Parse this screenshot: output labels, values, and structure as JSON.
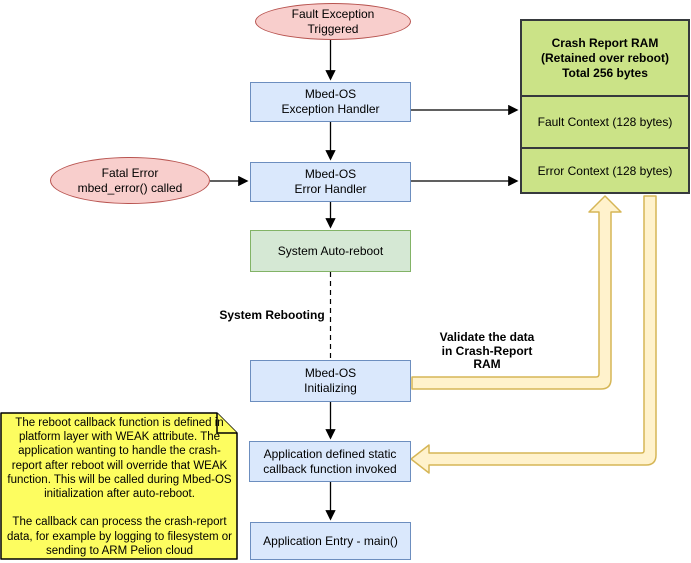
{
  "nodes": {
    "fault_exception": "Fault Exception\nTriggered",
    "fatal_error": "Fatal Error\nmbed_error() called",
    "exception_handler": "Mbed-OS\nException Handler",
    "error_handler": "Mbed-OS\nError Handler",
    "system_auto_reboot": "System Auto-reboot",
    "mbed_os_initializing": "Mbed-OS\nInitializing",
    "app_callback": "Application defined static\ncallback function invoked",
    "app_entry": "Application Entry - main()"
  },
  "crash_report_ram": {
    "title": "Crash Report RAM\n(Retained over reboot)\nTotal 256 bytes",
    "fault_context": "Fault Context (128 bytes)",
    "error_context": "Error Context (128 bytes)"
  },
  "annotations": {
    "system_rebooting": "System Rebooting",
    "validate": "Validate the data\nin Crash-Report\nRAM"
  },
  "note": {
    "text": "The reboot callback function is defined in platform layer with WEAK attribute. The application wanting to handle the crash-report after reboot will override that WEAK function. This will be called during Mbed-OS initialization after auto-reboot.\n\nThe callback can process the crash-report data, for example by logging to filesystem or sending to ARM Pelion cloud"
  },
  "colors": {
    "node_blue_fill": "#dae8fc",
    "node_blue_border": "#6c8ebf",
    "node_pink_fill": "#f8cecc",
    "node_pink_border": "#b85450",
    "node_green_fill": "#d5e8d4",
    "node_green_border": "#82b366",
    "ram_fill": "#cbe387",
    "ram_border": "#36393d",
    "pipe_fill": "#fff2cc",
    "pipe_border": "#d6b656",
    "note_fill": "#fdfd60",
    "arrow_color": "#000000"
  }
}
